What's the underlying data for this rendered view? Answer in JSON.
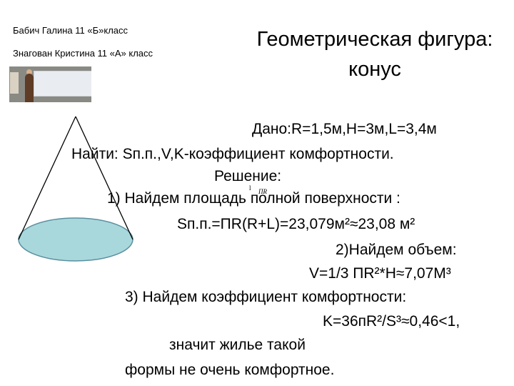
{
  "authors": [
    "Бабич Галина 11 «Б»класс",
    "Знагован Кристина 11 «А» класс"
  ],
  "title": {
    "line1": "Геометрическая фигура:",
    "line2": "конус"
  },
  "cone_labels": {
    "side": "l",
    "center": "ПR"
  },
  "solution": [
    "Дано:R=1,5м,H=3м,L=3,4м",
    "Найти: Sп.п.,V,K-коэффициент комфортности.",
    "Решение:",
    "1) Найдем площадь полной поверхности :",
    "Sп.п.=ПR(R+L)=23,079м²≈23,08 м²",
    "2)Найдем объем:",
    "V=1/3 ПR²*H≈7,07М³",
    "3) Найдем коэффициент комфортности:",
    "K=36пR²/S³≈0,46<1,",
    "значит жилье такой",
    "формы не очень комфортное."
  ],
  "colors": {
    "base_fill": "#a8d8dc",
    "base_stroke": "#5a8fa0",
    "edge": "#000000"
  }
}
